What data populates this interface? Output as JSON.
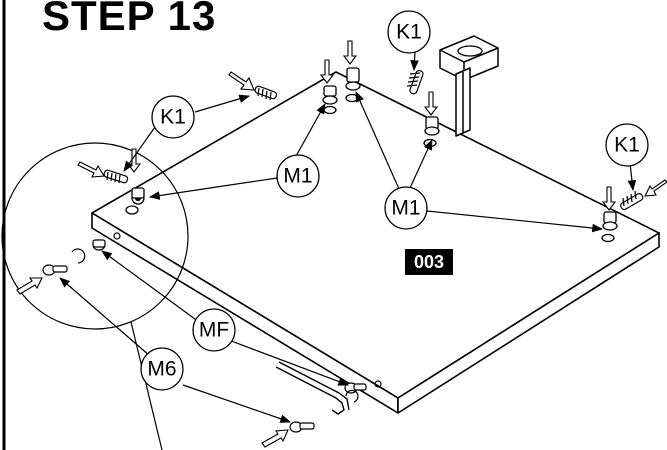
{
  "title": "STEP 13",
  "part_number": "003",
  "callouts": {
    "k1_left": "K1",
    "k1_top": "K1",
    "k1_right": "K1",
    "m1_left": "M1",
    "m1_center": "M1",
    "mf": "MF",
    "m6": "M6"
  },
  "colors": {
    "ink": "#000000",
    "paper": "#ffffff",
    "label_bg": "#000000",
    "label_fg": "#ffffff"
  }
}
